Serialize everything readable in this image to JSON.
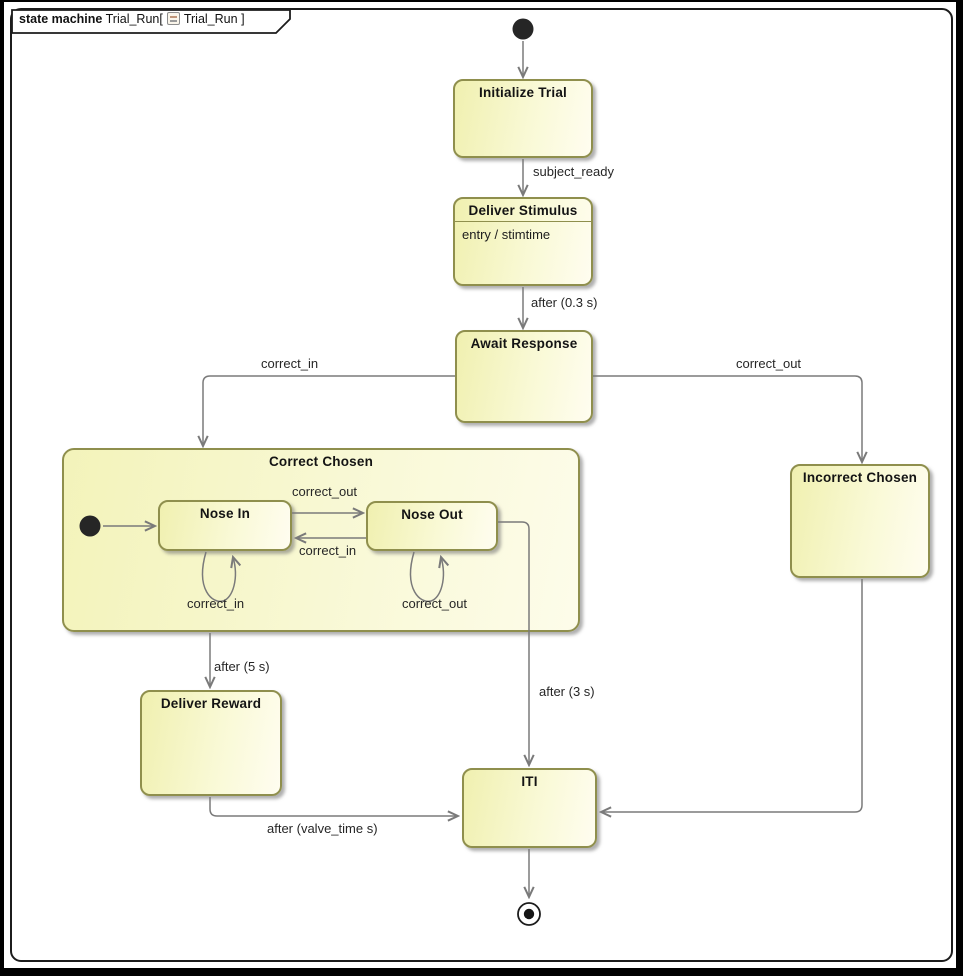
{
  "frame": {
    "kind": "state machine",
    "name": "Trial_Run",
    "bracket_open": "[",
    "diagram_name": "Trial_Run",
    "bracket_close": "]"
  },
  "colors": {
    "state_fill_light": "#fffdf0",
    "state_fill_dark": "#f0f0b0",
    "state_border": "#8f8f4d",
    "transition_line": "#7a7a7a",
    "frame_border": "#1c1c1c",
    "text": "#141414"
  },
  "states": {
    "initialize_trial": {
      "name": "Initialize Trial"
    },
    "deliver_stimulus": {
      "name": "Deliver Stimulus",
      "entry": "entry / stimtime"
    },
    "await_response": {
      "name": "Await Response"
    },
    "correct_chosen": {
      "name": "Correct Chosen"
    },
    "nose_in": {
      "name": "Nose In"
    },
    "nose_out": {
      "name": "Nose Out"
    },
    "incorrect_chosen": {
      "name": "Incorrect Chosen"
    },
    "deliver_reward": {
      "name": "Deliver Reward"
    },
    "iti": {
      "name": "ITI"
    }
  },
  "transitions": {
    "subject_ready": "subject_ready",
    "after_0_3_s": "after (0.3 s)",
    "await_to_correct": "correct_in",
    "await_to_incorrect": "correct_out",
    "nose_in_to_nose_out": "correct_out",
    "nose_out_to_nose_in": "correct_in",
    "nose_in_self": "correct_in",
    "nose_out_self": "correct_out",
    "after_5_s": "after (5 s)",
    "after_3_s": "after (3 s)",
    "after_valve_time": "after (valve_time s)"
  }
}
